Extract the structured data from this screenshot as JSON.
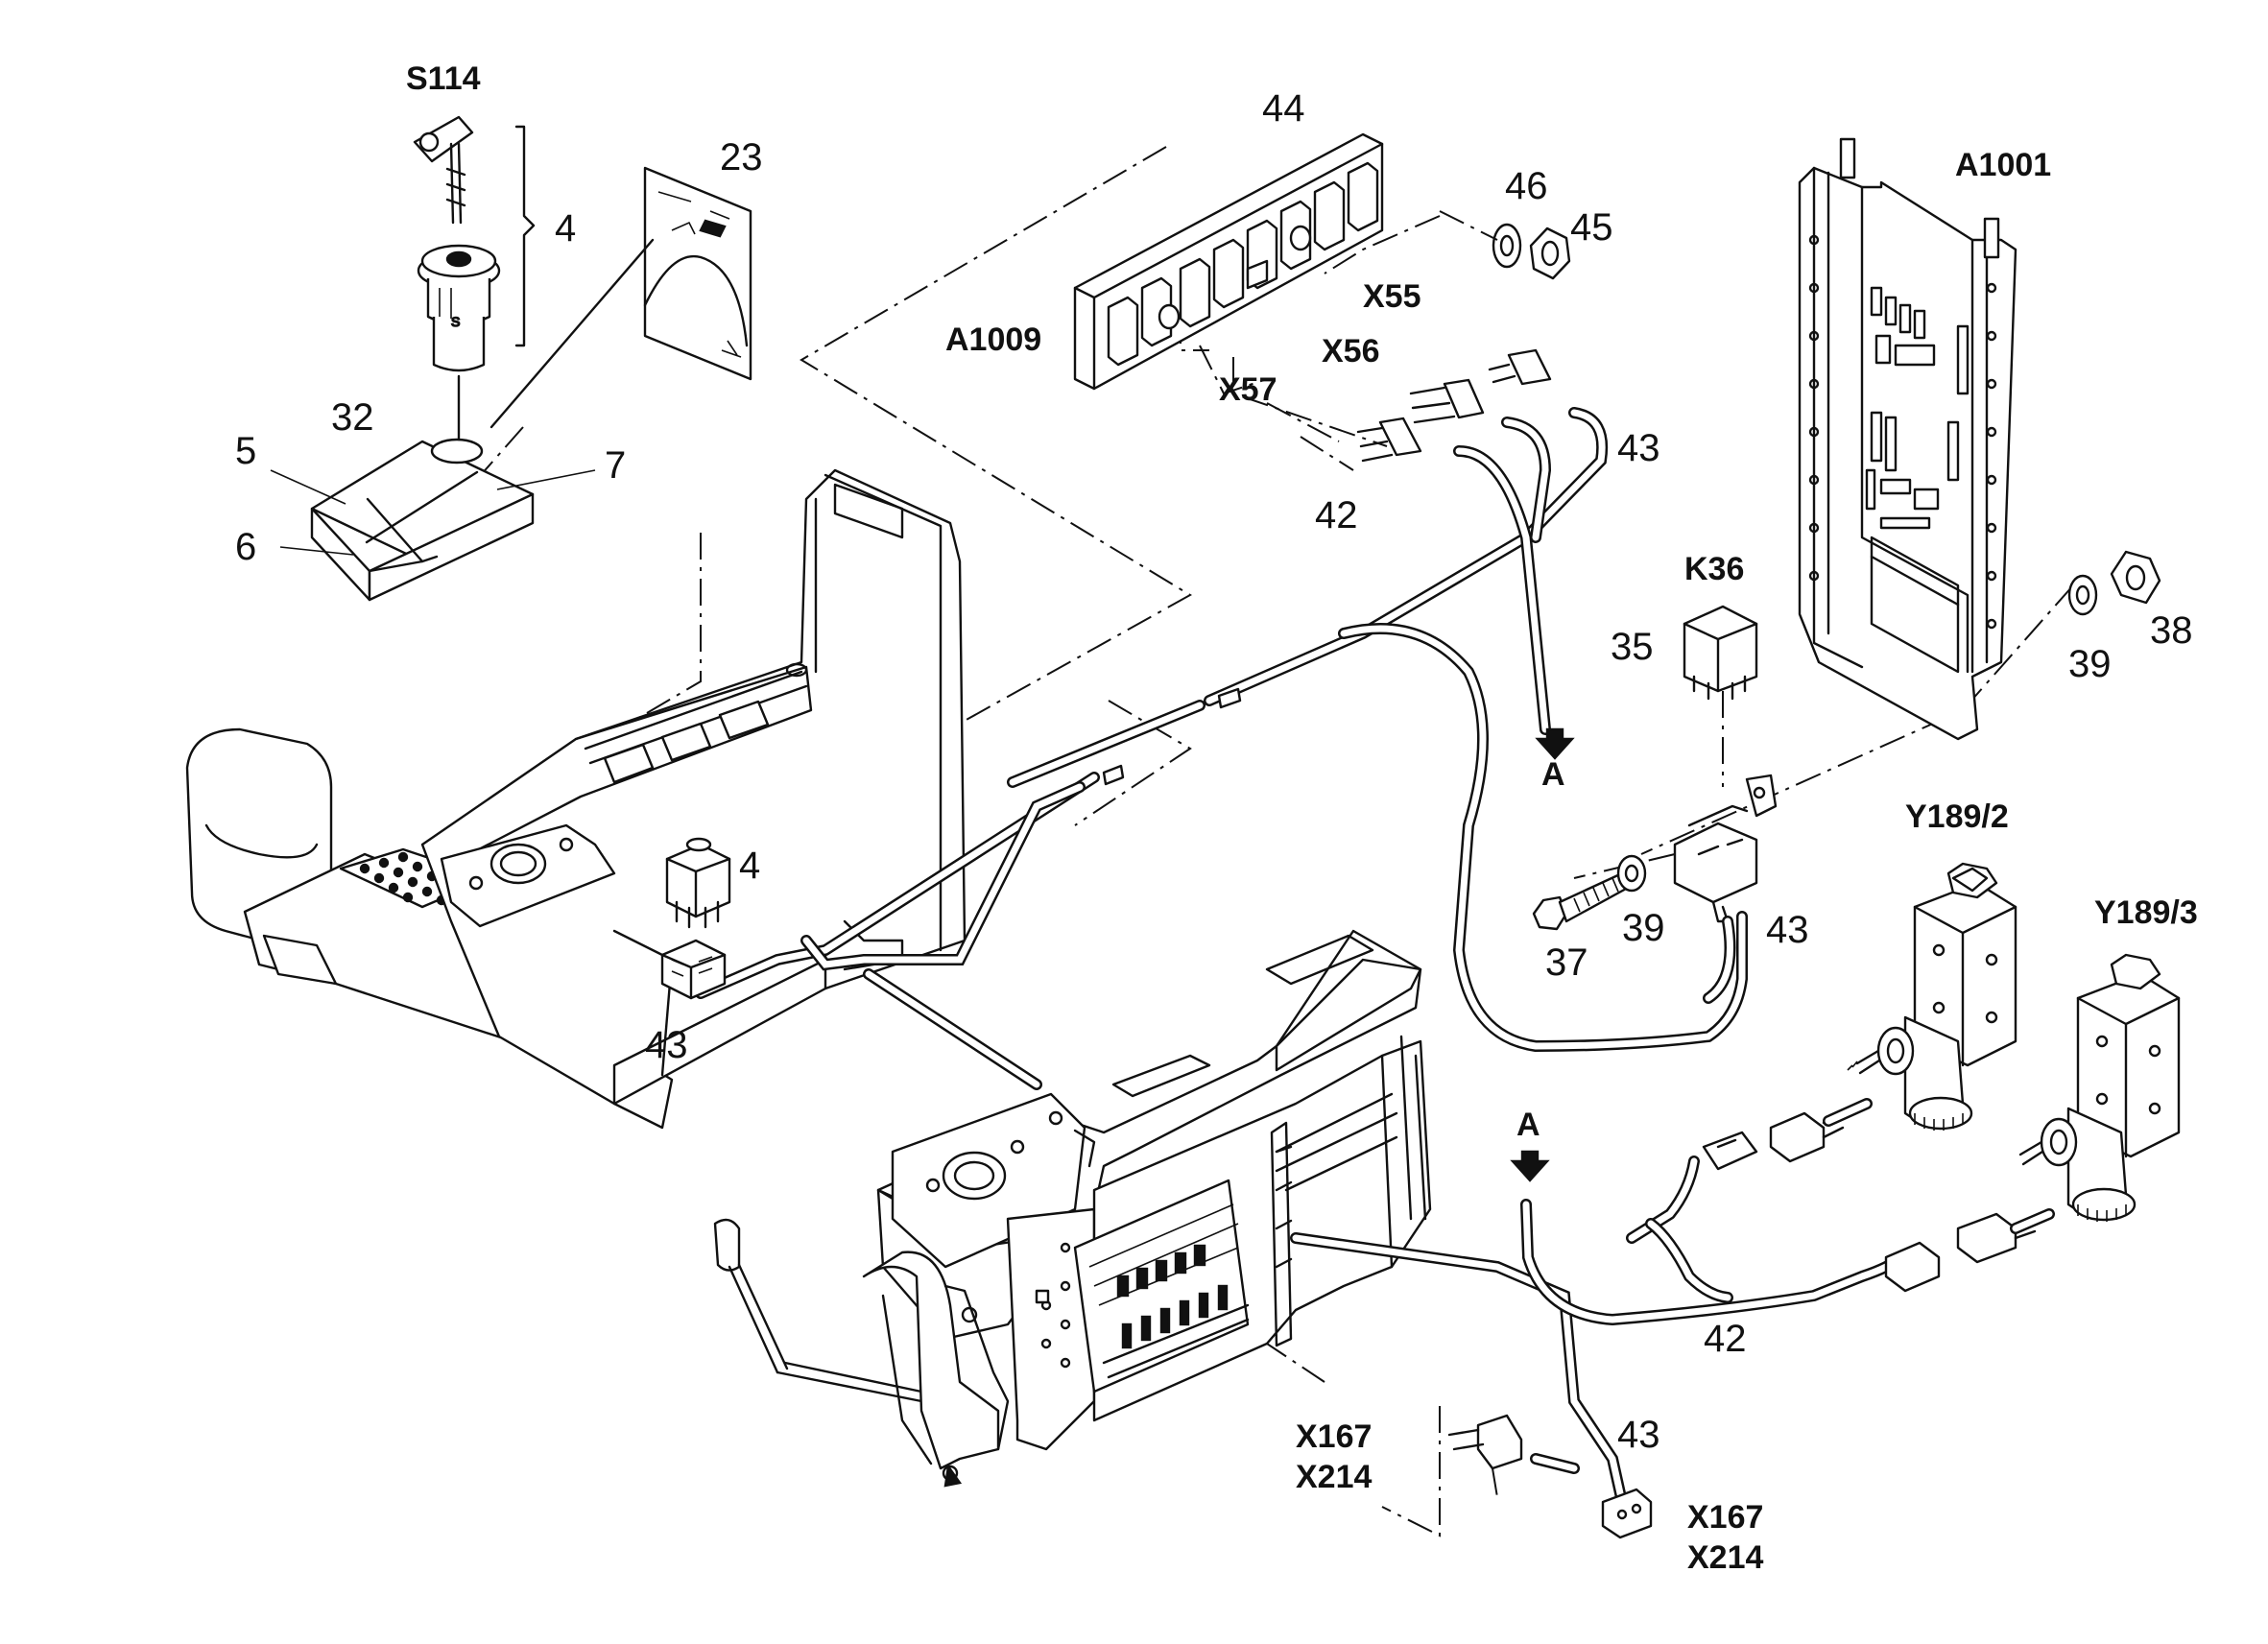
{
  "labels": {
    "s114": "S114",
    "n4_key": "4",
    "n23": "23",
    "n32": "32",
    "n5": "5",
    "n7": "7",
    "n6": "6",
    "n44": "44",
    "a1009": "A1009",
    "x55": "X55",
    "x56": "X56",
    "x57": "X57",
    "n46": "46",
    "n45": "45",
    "a1001": "A1001",
    "n43_top": "43",
    "n42_top": "42",
    "k36": "K36",
    "n35": "35",
    "n39_right": "39",
    "n38": "38",
    "arrow_a_top": "A",
    "n4_relay": "4",
    "n43_left": "43",
    "y189_2": "Y189/2",
    "y189_3": "Y189/3",
    "n37": "37",
    "n39_mid": "39",
    "n43_mid": "43",
    "arrow_a_bottom": "A",
    "n42_bottom": "42",
    "n43_bottom": "43",
    "x167_a": "X167",
    "x214_a": "X214",
    "x167_b": "X167",
    "x214_b": "X214"
  },
  "colors": {
    "line": "#111111",
    "background": "#ffffff"
  }
}
